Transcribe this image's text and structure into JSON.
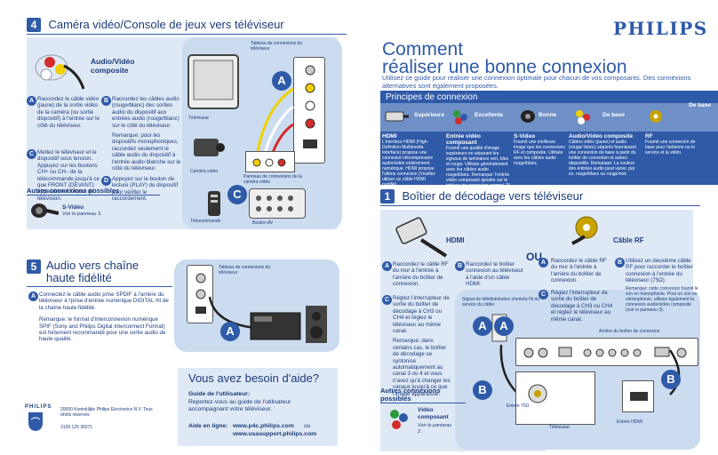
{
  "left": {
    "section4": {
      "num": "4",
      "title": "Caméra vidéo/Console de jeux vers téléviseur"
    },
    "av_title": "Audio/Vidéo composite",
    "instr": {
      "A": "Raccordez le câble vidéo (jaune) de la sortie vidéo de la caméra (ou sortie dispositif) à l'entrée sur le côté du téléviseur.",
      "B": "Raccordez les câbles audio (rouge/blanc) des sorties audio du dispositif aux entrées audio (rouge/blanc) sur le côté du téléviseur.",
      "B_note": "Remarque: pour les dispositifs monophoniques, raccordez seulement le câble audio du dispositif à l'entrée audio blanche sur le côté du téléviseur.",
      "C": "Mettez le téléviseur et le dispositif sous tension. Appuyez sur les boutons CH+ ou CH– de la télécommande jusqu'à ce que FRONT (DEVANT) apparaisse à l'écran de télévision.",
      "D": "Appuyez sur le bouton de lecture (PLAY) du dispositif pour vérifier le raccordement."
    },
    "autres_title": "Autres connexions possibles",
    "svideo_label": "S-Vidéo",
    "svideo_sub": "Voir le panneau 3.",
    "diag_labels": {
      "tv_panel": "Tableau de connexions du téléviseur",
      "tv": "Téléviseur",
      "cam": "Caméra vidéo",
      "cam_panel": "Panneau de connexions de la caméra vidéo",
      "remote": "Télecommande",
      "av_btn": "Bouton AV"
    },
    "section5": {
      "num": "5",
      "title": "Audio vers chaîne haute fidélité"
    },
    "s5_A": "Connectez le câble audio prise SPDIF à l'arrière du téléviseur à l'prise d'entrée numérique DIGITAL IN de la chaîne haute fidélité.",
    "s5_note": "Remarque: le format d'interconnexion numérique SPIF (Sony and Philips Digital Interconnect Format) est fortement recommandé pour une sortie audio de haute qualité.",
    "s5_panel": "Tableau de connexions du téléviseur",
    "help": {
      "title": "Vous avez besoin d'aide?",
      "guide_h": "Guide de l'utilisateur:",
      "guide_t": "Reportez-vous au guide de l'utilisateur accompagnant votre téléviseur.",
      "online_h": "Aide en ligne:",
      "url1": "www.p4c.philips.com",
      "ou": "ou",
      "url2": "www.usasupport.philips.com"
    },
    "footer": {
      "brand": "PHILIPS",
      "copy": "20050 Koninklijke Philips Electronics N.V. Tous droits réservés",
      "code": "3139 125 35071"
    }
  },
  "right": {
    "brand": "PHILIPS",
    "title1": "Comment",
    "title2": "réaliser une bonne connexion",
    "intro": "Utilisez ce guide pour réaliser une connexion optimale pour chacun de vos composants. Des connexions alternatives sont également proposées.",
    "principes": "Principes de connexion",
    "quality": [
      "Supérieure",
      "Excellente",
      "Bonne",
      "De base",
      "De base"
    ],
    "cols": [
      {
        "h": "HDMI",
        "t": "L'interface HDMI (High-Definition Multimedia Interface) propose une connexion décompressée audio/vidéo entièrement numérique. HDMI propose l'ultime connexion (Veuillez utiliser un câble HDMI certifié)."
      },
      {
        "h": "Entrée vidéo composant",
        "t": "Fournit une qualité d'image supérieure en séparant les signaux de luminance vert, bleu et rouge. Utilisée généralement avec les câbles audio rouge/blanc. Remarque: l'entrée vidéo composant ajoutée sur le tableau de connexion nommé \"Y Pb Pr\"."
      },
      {
        "h": "S-Video",
        "t": "Fournit une meilleure image que les connexions RF et composite. Utilisée avec les câbles audio rouge/blanc."
      },
      {
        "h": "Audio/Vidéo composite",
        "t": "Câbles vidéo (jaune) et audio (rouge/ blanc) séparés fournissant une connexion de base à partir du boîtier de connexion et autres dispositifs. Remarque: La couleur des entrées audio peut varier, par ex. rouge/blanc ou rouge/noir."
      },
      {
        "h": "RF",
        "t": "Fournit une connexion de base pour l'antenne ou le service et la vidéo."
      }
    ],
    "section1": {
      "num": "1",
      "title": "Boîtier de décodage vers téléviseur"
    },
    "hdmi": "HDMI",
    "ou": "OU",
    "cable_rf": "Câble RF",
    "hA": "Raccordez le câble RF du mur à l'entrée à l'arrière du boîtier de connexion.",
    "hB": "Raccordez le boîtier connexion au téléviseur à l'aide d'un câble HDMI.",
    "hC": "Réglez l'interrupteur de sortie du boîtier de décodage à CH3 ou CH4 et réglez le téléviseur au même canal.",
    "h_note": "Remarque: dans certains cas, le boîtier de décodage se syntonise automatiquement au canal 3 ou 4 et vous n'avez qu'à changer les canaux jusqu'à ce que l'image apparaisse.",
    "rA": "Raccordez le câble RF du mur à l'entrée à l'arrière du boîtier de connexion.",
    "rB": "Utilisez un deuxième câble RF pour raccorder le boîtier connexion à l'entrée du téléviseur (75Ω).",
    "rB_note": "Remarque: cette connexion fournit le son en monophonie. Pour un son en stéréophonie, utilisez également la connexion audio/vidéo composite (voir le panneau 3).",
    "rC": "Réglez l'interrupteur de sortie du boîtier de décodage à CH3 ou CH4 et réglez le téléviseur au même canal.",
    "signal": "Signal de télédistribution d'entrée IN du service du câble.",
    "arriere": "Arrière du boîtier de connexion",
    "entree75": "Entrée 75Ω",
    "entree_hdmi": "Entrée HDMI",
    "televiseur": "Téléviseur",
    "autres": "Autres connexions possibles",
    "vc": "Vidéo composant",
    "vc_sub": "Voir le panneau 2."
  },
  "colors": {
    "accent": "#2f5aa8",
    "light": "#dfe9f6",
    "mid": "#b9cfea",
    "dark": "#1d1d1d"
  }
}
